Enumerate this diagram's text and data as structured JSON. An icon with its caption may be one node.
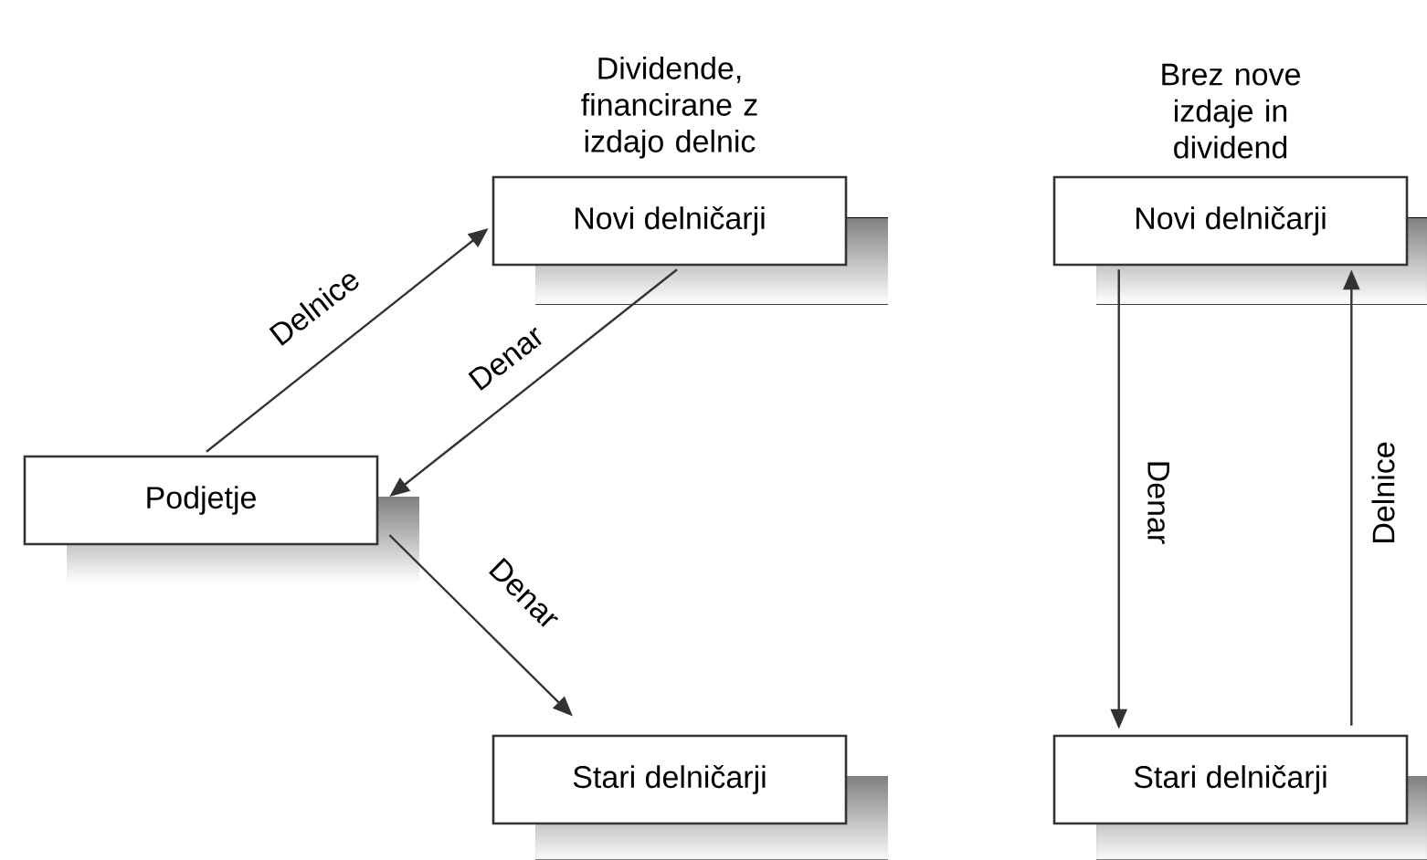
{
  "diagram": {
    "nodes": [
      {
        "text": [
          "Podjetje"
        ]
      },
      {
        "text": [
          "Dividende, financirane z izdajo delnic",
          "Novi delničarji"
        ]
      },
      {
        "text": [
          "Stari delničarji"
        ]
      },
      {
        "text": [
          "Brez nove izdaje in dividend",
          "Novi delničarji"
        ]
      },
      {
        "text": [
          "Stari delničarji"
        ]
      }
    ],
    "edges": [
      {
        "from": 0,
        "to": 1,
        "arrow": "to",
        "label": "Delnice"
      },
      {
        "from": 1,
        "to": 0,
        "arrow": "to",
        "label": "Denar"
      },
      {
        "from": 0,
        "to": 2,
        "arrow": "to",
        "label": "Denar"
      },
      {
        "from": 3,
        "to": 4,
        "arrow": "to",
        "label": "Denar"
      },
      {
        "from": 4,
        "to": 3,
        "arrow": "to",
        "label": "Delnice"
      }
    ]
  }
}
